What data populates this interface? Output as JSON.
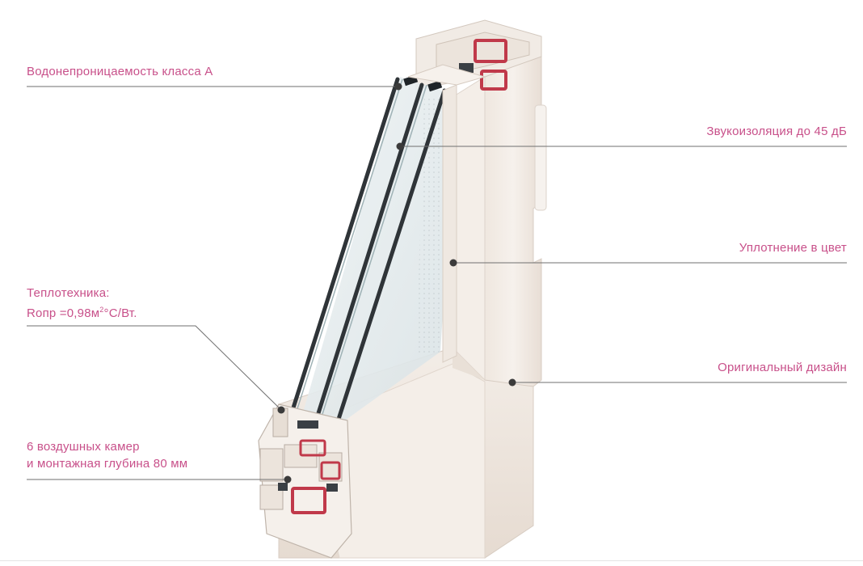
{
  "colors": {
    "label": "#c8508a",
    "leader": "#6f6f6f",
    "frame": "#f2ece6",
    "reinforcement": "#c0394a",
    "glass_edge": "#2f3438"
  },
  "callouts": {
    "water": "Водонепроницаемость класса А",
    "sound": "Звукоизоляция до 45 дБ",
    "seal": "Уплотнение в цвет",
    "thermo_line1": "Теплотехника:",
    "thermo_line2_a": "Rопр =0,98м",
    "thermo_line2_sup": "2",
    "thermo_line2_b": "°С/Вт.",
    "design": "Оригинальный дизайн",
    "chambers_line1": "6 воздушных камер",
    "chambers_line2": "и монтажная глубина 80 мм"
  }
}
